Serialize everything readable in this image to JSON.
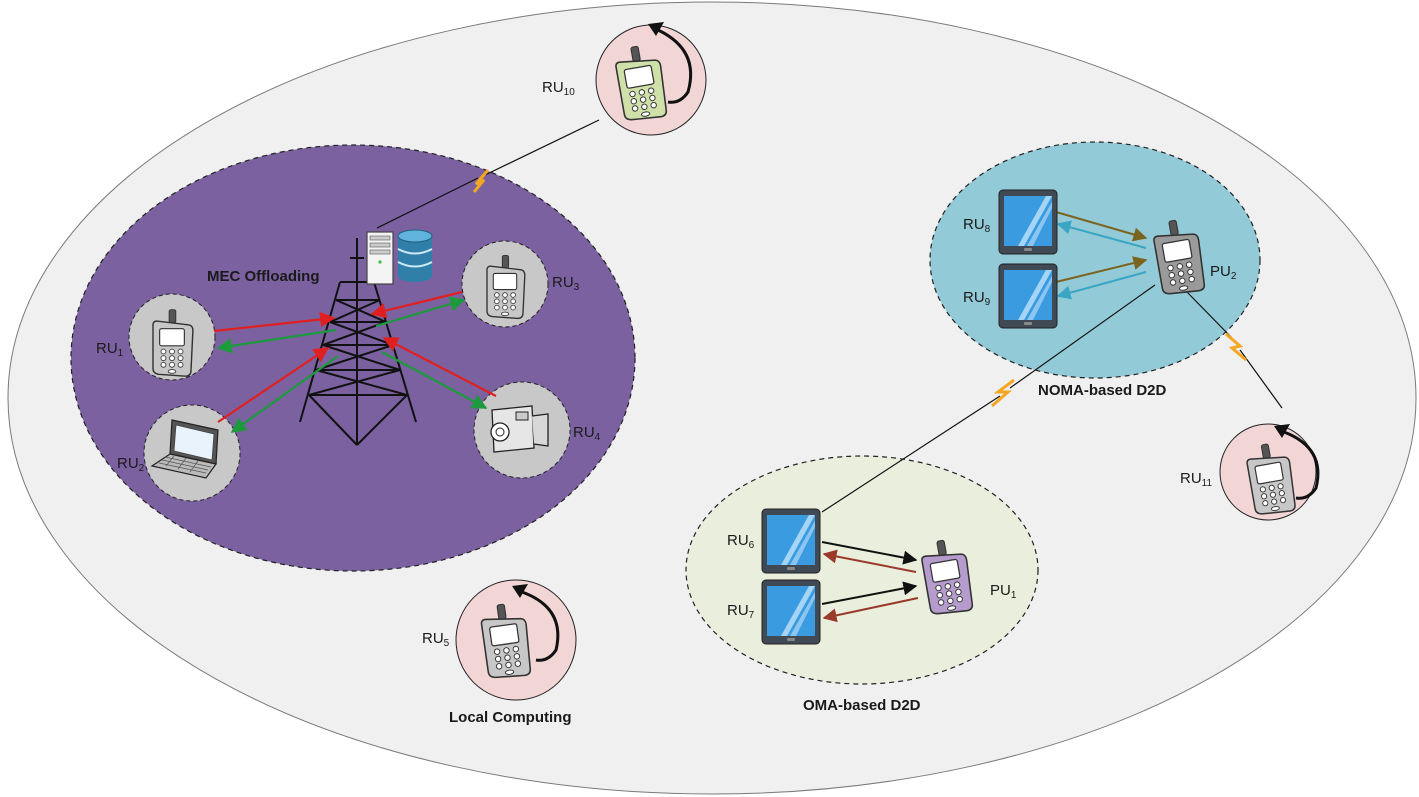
{
  "regions": {
    "mec": "MEC Offloading",
    "noma": "NOMA-based D2D",
    "oma": "OMA-based D2D",
    "local": "Local Computing"
  },
  "users": {
    "ru1": {
      "base": "RU",
      "sub": "1"
    },
    "ru2": {
      "base": "RU",
      "sub": "2"
    },
    "ru3": {
      "base": "RU",
      "sub": "3"
    },
    "ru4": {
      "base": "RU",
      "sub": "4"
    },
    "ru5": {
      "base": "RU",
      "sub": "5"
    },
    "ru6": {
      "base": "RU",
      "sub": "6"
    },
    "ru7": {
      "base": "RU",
      "sub": "7"
    },
    "ru8": {
      "base": "RU",
      "sub": "8"
    },
    "ru9": {
      "base": "RU",
      "sub": "9"
    },
    "ru10": {
      "base": "RU",
      "sub": "10"
    },
    "ru11": {
      "base": "RU",
      "sub": "11"
    },
    "pu1": {
      "base": "PU",
      "sub": "1"
    },
    "pu2": {
      "base": "PU",
      "sub": "2"
    }
  },
  "colors": {
    "cell": "#f0f0f0",
    "mec_region": "#7b61a0",
    "noma_region": "#93cad8",
    "oma_region": "#e9eedd",
    "local_circle": "#f2d6d6",
    "device_circle": "#c8c8c8",
    "uplink_arrow": "#e02020",
    "downlink_arrow": "#1e9a3e",
    "noma_uplink": "#7a6420",
    "noma_downlink": "#3aa6c4",
    "oma_uplink": "#111111",
    "oma_downlink": "#9a3a2a",
    "lightning": "#f5a623"
  },
  "icons": [
    "tower-icon",
    "server-icon",
    "database-icon",
    "phone-icon",
    "laptop-icon",
    "camera-icon",
    "tablet-icon"
  ]
}
